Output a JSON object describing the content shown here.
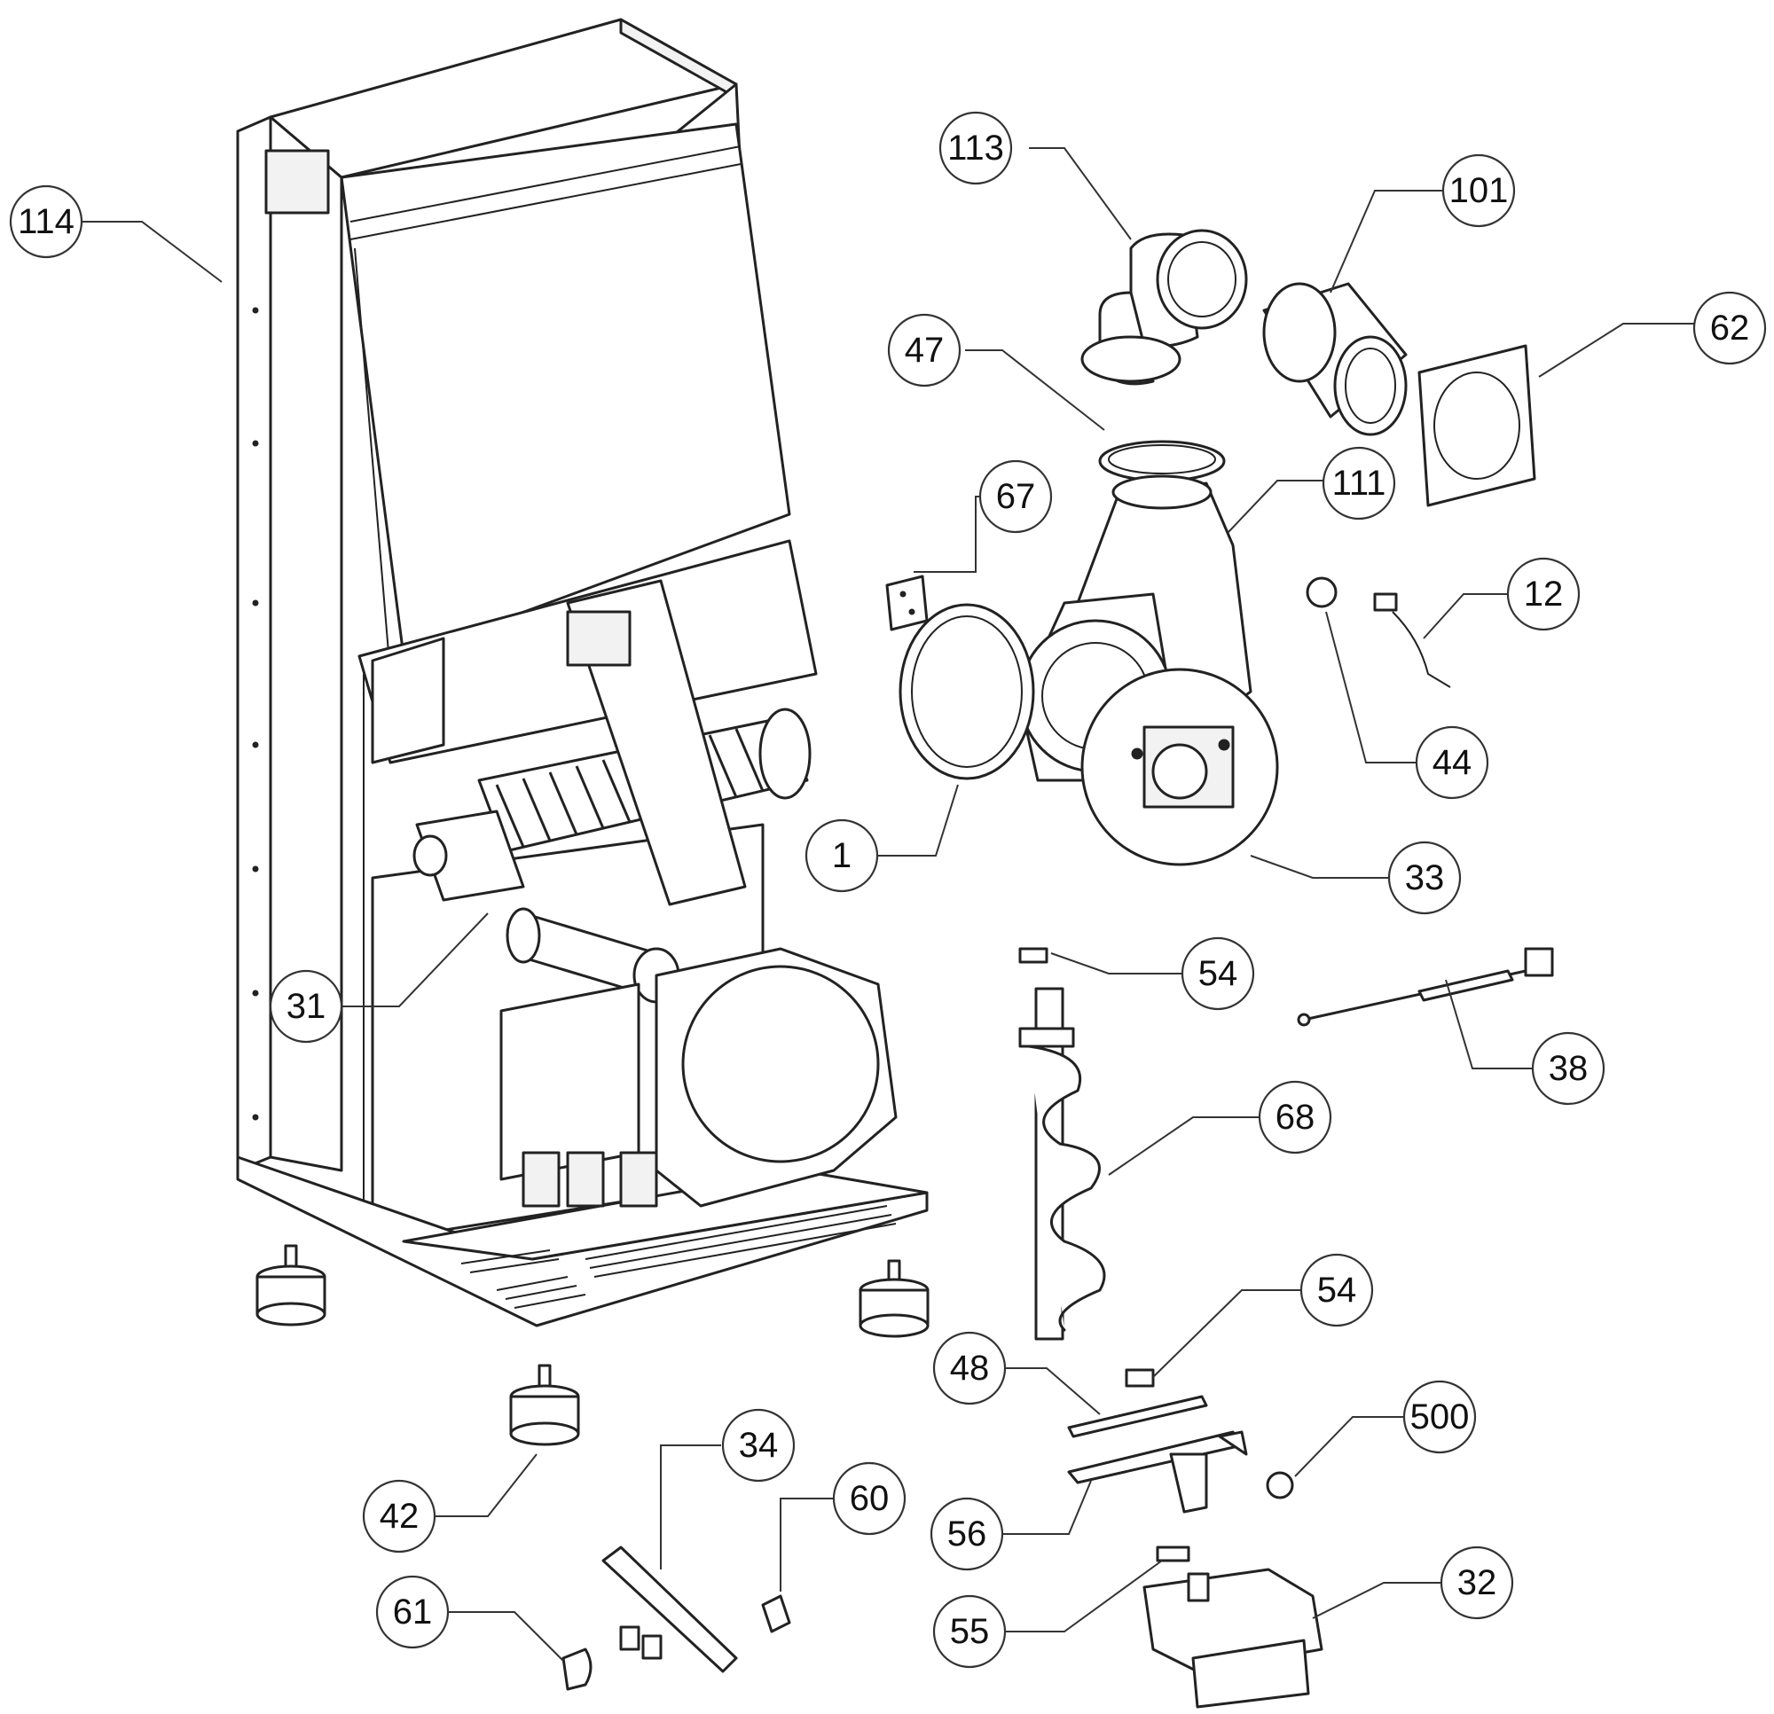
{
  "diagram": {
    "callouts": [
      {
        "id": "114",
        "label": "114"
      },
      {
        "id": "113",
        "label": "113"
      },
      {
        "id": "101",
        "label": "101"
      },
      {
        "id": "62",
        "label": "62"
      },
      {
        "id": "47",
        "label": "47"
      },
      {
        "id": "67",
        "label": "67"
      },
      {
        "id": "111",
        "label": "111"
      },
      {
        "id": "12",
        "label": "12"
      },
      {
        "id": "44",
        "label": "44"
      },
      {
        "id": "1",
        "label": "1"
      },
      {
        "id": "33",
        "label": "33"
      },
      {
        "id": "31",
        "label": "31"
      },
      {
        "id": "54a",
        "label": "54"
      },
      {
        "id": "38",
        "label": "38"
      },
      {
        "id": "68",
        "label": "68"
      },
      {
        "id": "54b",
        "label": "54"
      },
      {
        "id": "48",
        "label": "48"
      },
      {
        "id": "500",
        "label": "500"
      },
      {
        "id": "42",
        "label": "42"
      },
      {
        "id": "34",
        "label": "34"
      },
      {
        "id": "60",
        "label": "60"
      },
      {
        "id": "56",
        "label": "56"
      },
      {
        "id": "61",
        "label": "61"
      },
      {
        "id": "55",
        "label": "55"
      },
      {
        "id": "32",
        "label": "32"
      }
    ]
  }
}
